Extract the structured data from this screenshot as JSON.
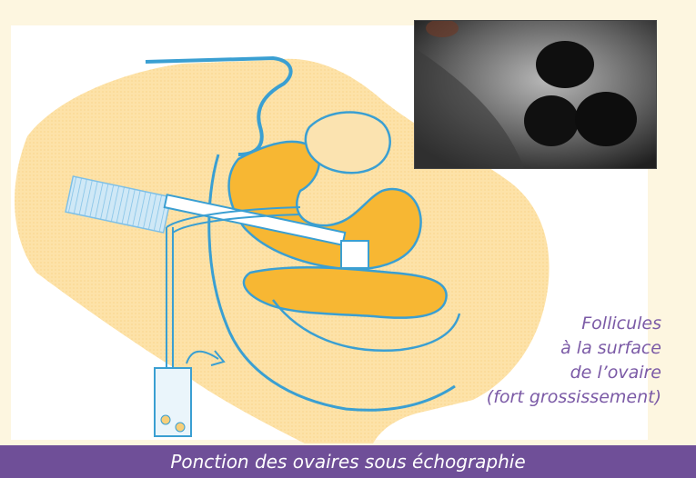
{
  "caption": {
    "lines": [
      "Follicules",
      "à la surface",
      "de l’ovaire",
      "(fort grossissement)"
    ]
  },
  "footer": {
    "title": "Ponction des ovaires sous échographie"
  },
  "colors": {
    "skin": "#fde2a8",
    "organ": "#f7b733",
    "outline": "#3a9fd2",
    "caption_text": "#7b5aa6",
    "footer_bar": "#6f4f98"
  }
}
